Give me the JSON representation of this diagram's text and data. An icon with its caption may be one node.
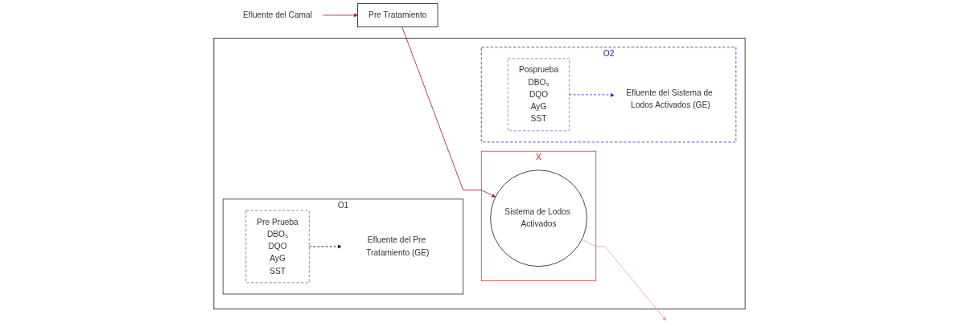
{
  "diagram": {
    "nodes": [
      {
        "text": [
          "Efluente del Camal"
        ]
      },
      {
        "text": [
          "Pre Tratamiento"
        ]
      },
      {
        "text": [],
        "shape": "box"
      },
      {
        "text": [
          "O1"
        ],
        "in": 2
      },
      {
        "text": [
          "Pre Prueba",
          "DBO₅",
          "DQO",
          "AyG",
          "SST"
        ],
        "in": 3
      },
      {
        "text": [
          "Efluente del Pre Tratamiento (GE)"
        ],
        "in": 3
      },
      {
        "text": [
          "X"
        ],
        "in": 2
      },
      {
        "text": [
          "Sistema de Lodos Activados"
        ],
        "in": 6
      },
      {
        "text": [
          "O2"
        ],
        "in": 2
      },
      {
        "text": [
          "Posprueba",
          "DBO₅",
          "DQO",
          "AyG",
          "SST"
        ],
        "in": 8
      },
      {
        "text": [
          "Efluente del Sistema de Lodos Activados (GE)"
        ],
        "in": 8
      }
    ],
    "edges": [
      {
        "from": 0,
        "to": 1,
        "arrow": "to",
        "color": "#9b2335"
      },
      {
        "from": 1,
        "to": 7,
        "arrow": "to",
        "color": "#9b2335"
      },
      {
        "from": 4,
        "to": 5,
        "arrow": "to",
        "style": "dashed",
        "color": "#000000"
      },
      {
        "from": 7,
        "to": null,
        "arrow": "to",
        "color": "#f4a0a0"
      },
      {
        "from": 9,
        "to": 10,
        "arrow": "to",
        "style": "dashed",
        "color": "#1f2fd0"
      }
    ]
  }
}
